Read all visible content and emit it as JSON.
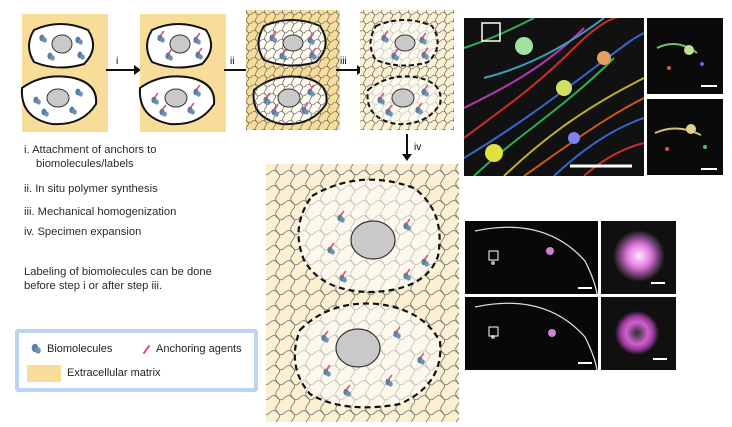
{
  "steps": {
    "i": "i. Attachment of anchors to",
    "i_cont": "biomolecules/labels",
    "ii": "ii. In situ polymer synthesis",
    "iii": "iii. Mechanical homogenization",
    "iv": "iv. Specimen expansion"
  },
  "arrow_labels": {
    "i": "i",
    "ii": "ii",
    "iii": "iii",
    "iv": "iv"
  },
  "note": "Labeling of biomolecules can be done before step i or after step iii.",
  "legend": {
    "biomolecules": "Biomolecules",
    "anchoring": "Anchoring agents",
    "ecm": "Extracellular matrix"
  },
  "colors": {
    "ecm": "#f7dc9a",
    "biomolecule": "#5a7ea0",
    "anchor": "#e0507f",
    "nucleus": "#c9c9c9",
    "legend_border": "#bcd3f2"
  }
}
